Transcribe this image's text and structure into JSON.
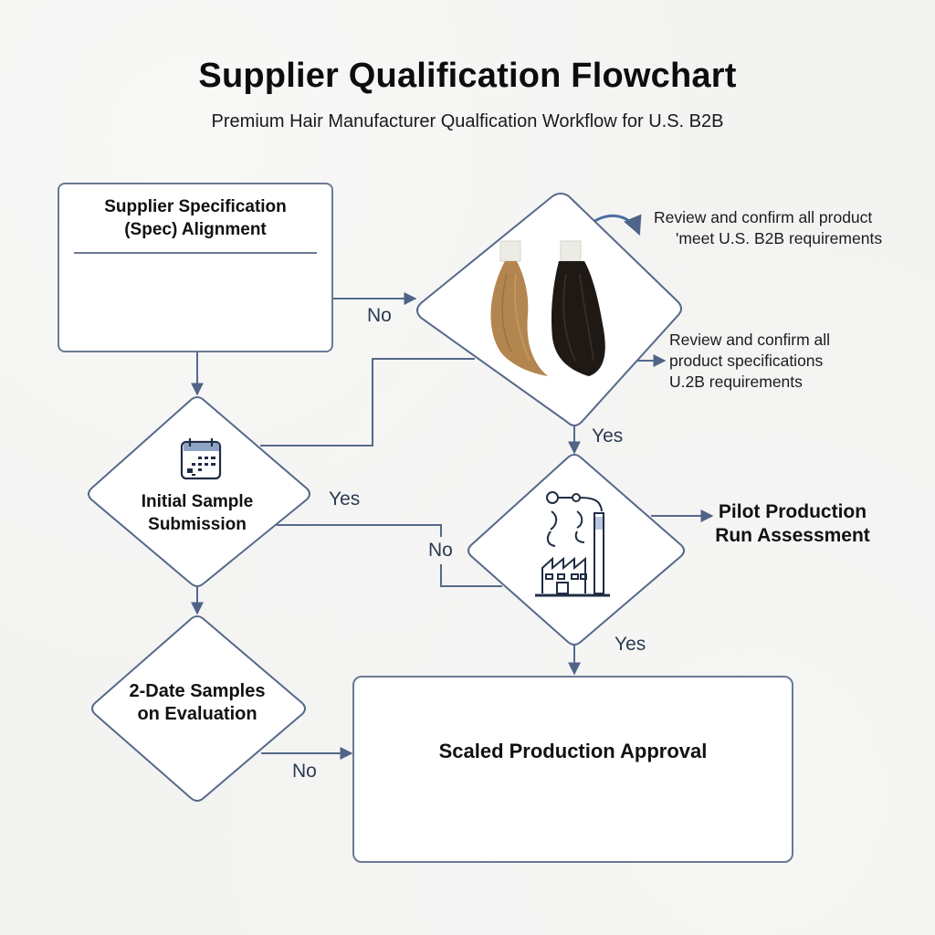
{
  "header": {
    "title": "Supplier Qualification Flowchart",
    "subtitle": "Premium Hair Manufacturer Qualfication Workflow for U.S. B2B"
  },
  "nodes": {
    "spec_alignment": {
      "label_line1": "Supplier Specification",
      "label_line2": "(Spec) Alignment",
      "icon": "document-dollar-icon"
    },
    "hair_review": {
      "icon": "hair-samples-image",
      "hair_colors": [
        "#b38650",
        "#1f1915"
      ]
    },
    "initial_sample": {
      "label_line1": "Initial Sample",
      "label_line2": "Submission",
      "icon": "calendar-icon"
    },
    "pilot": {
      "label_line1": "Pilot Production",
      "label_line2": "Run Assessment",
      "icon": "factory-icon"
    },
    "two_date": {
      "label_line1": "2-Date Samples",
      "label_line2": "on Evaluation"
    },
    "scaled_approval": {
      "label": "Scaled Production Approval",
      "icons": [
        "approval-check-icon",
        "production-line-icon"
      ]
    }
  },
  "notes": {
    "top_right_line1": "Review and confirm all product",
    "top_right_line2": "'meet U.S. B2B requirements",
    "mid_right_line1": "Review and confirm all",
    "mid_right_line2": "product specifications",
    "mid_right_line3": "U.2B requirements"
  },
  "edge_labels": {
    "spec_to_review": "No",
    "review_to_pilot": "Yes",
    "initial_yes": "Yes",
    "initial_no": "No",
    "pilot_yes": "Yes",
    "two_date_no": "No"
  },
  "colors": {
    "line": "#56698a",
    "box_border": "#6b7a93",
    "icon_stroke": "#1f2d45",
    "icon_accent": "#8fa3c4"
  }
}
